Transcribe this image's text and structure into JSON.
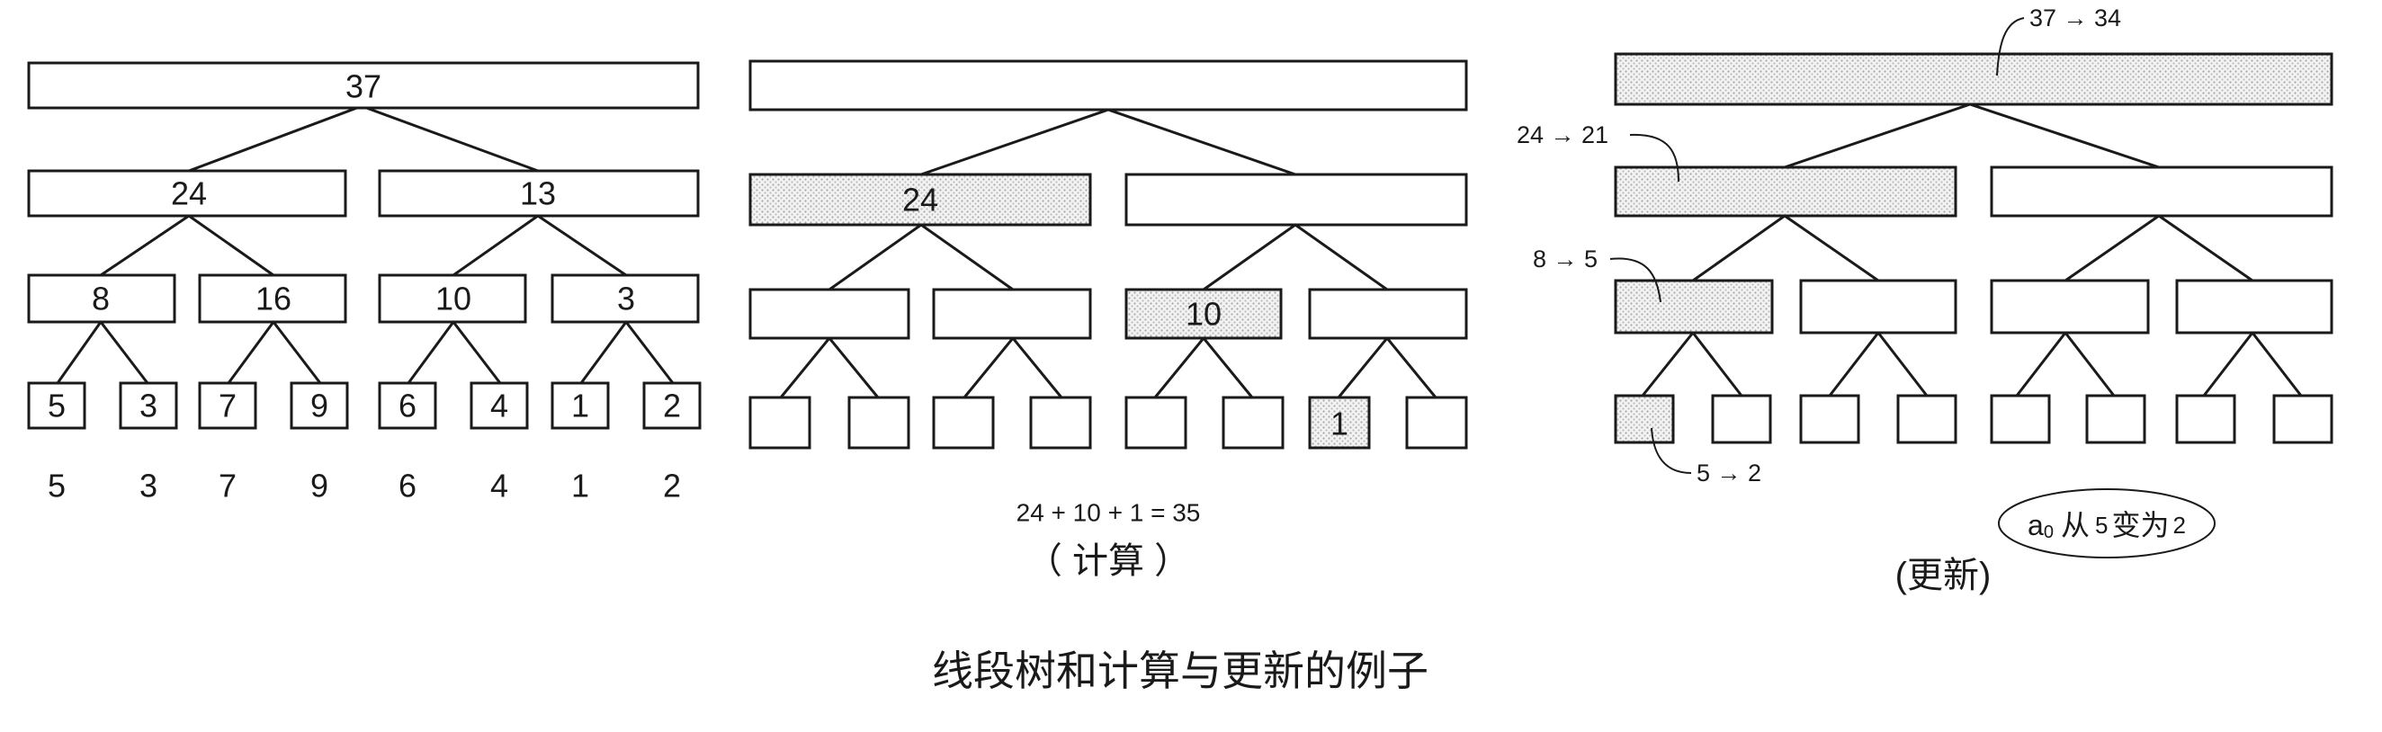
{
  "panels": {
    "tree": {
      "root": "37",
      "level1": [
        "24",
        "13"
      ],
      "level2": [
        "8",
        "16",
        "10",
        "3"
      ],
      "leaves": [
        "5",
        "3",
        "7",
        "9",
        "6",
        "4",
        "1",
        "2"
      ],
      "array": [
        "5",
        "3",
        "7",
        "9",
        "6",
        "4",
        "1",
        "2"
      ]
    },
    "compute": {
      "node_24": "24",
      "node_10": "10",
      "leaf_1": "1",
      "formula": "24 + 10 + 1 = 35",
      "caption": "（ 计算 ）"
    },
    "update": {
      "root_change": "37 → 34",
      "l1_change": "24 → 21",
      "l2_change": "8 → 5",
      "leaf_change": "5 → 2",
      "note_var": "a",
      "note_sub": "0",
      "note_from": "从",
      "note_val_from": "5",
      "note_change": "变为",
      "note_val_to": "2",
      "caption": "(更新)"
    }
  },
  "figure_caption": "线段树和计算与更新的例子"
}
